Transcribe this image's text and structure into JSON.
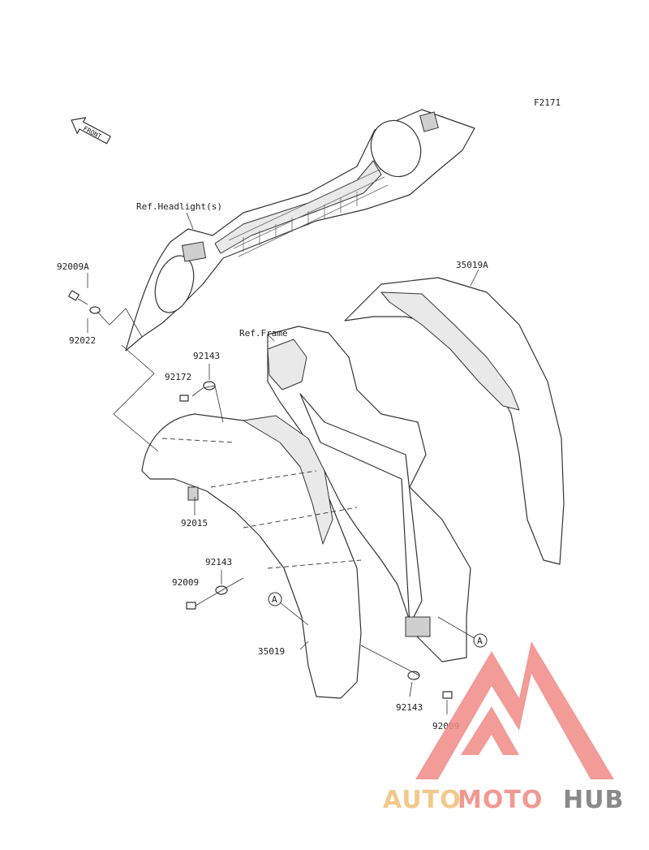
{
  "diagram": {
    "code": "F2171",
    "front_label": "FRONT",
    "labels": [
      {
        "id": "ref-headlight",
        "text": "Ref.Headlight(s)"
      },
      {
        "id": "p-92009A",
        "text": "92009A"
      },
      {
        "id": "p-92022",
        "text": "92022"
      },
      {
        "id": "p-35019A",
        "text": "35019A"
      },
      {
        "id": "ref-frame",
        "text": "Ref.Frame"
      },
      {
        "id": "p-92143-top",
        "text": "92143"
      },
      {
        "id": "p-92172",
        "text": "92172"
      },
      {
        "id": "p-92015",
        "text": "92015"
      },
      {
        "id": "p-92143-mid",
        "text": "92143"
      },
      {
        "id": "p-92009-left",
        "text": "92009"
      },
      {
        "id": "p-35019",
        "text": "35019"
      },
      {
        "id": "p-92143-bot",
        "text": "92143"
      },
      {
        "id": "p-92009-bot",
        "text": "92009"
      },
      {
        "id": "mark-a-left",
        "text": "A"
      },
      {
        "id": "mark-a-right",
        "text": "A"
      }
    ]
  },
  "watermark": {
    "text_auto": "AUTO",
    "text_moto": "MOTO",
    "text_hub": "HUB",
    "color_auto": "#f3c98a",
    "color_moto": "#f19a92",
    "color_hub": "#8a8a8a",
    "logo_color": "#f08a86"
  }
}
